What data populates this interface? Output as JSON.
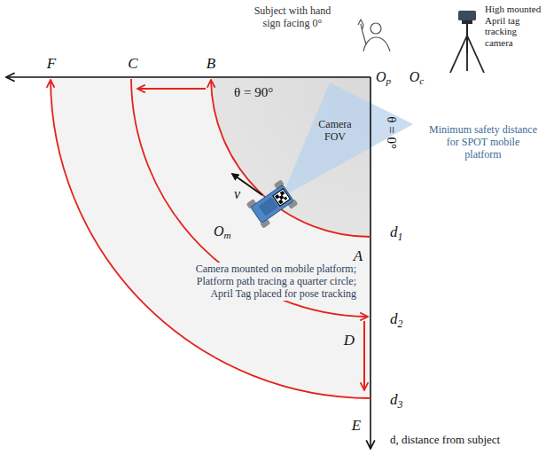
{
  "diagram": {
    "labels": [
      "Subject with hand sign facing 0°",
      "High mounted April tag tracking camera",
      "F",
      "C",
      "B",
      "θ = 90°",
      "Op",
      "Oc",
      "Camera FOV",
      "Minimum safety distance for SPOT mobile platform",
      "θ = 0°",
      "v",
      "Om",
      "Camera mounted on mobile platform; Platform path tracing a quarter circle; April Tag placed for pose tracking",
      "A",
      "d1",
      "D",
      "d2",
      "E",
      "d3",
      "d, distance from subject"
    ]
  }
}
